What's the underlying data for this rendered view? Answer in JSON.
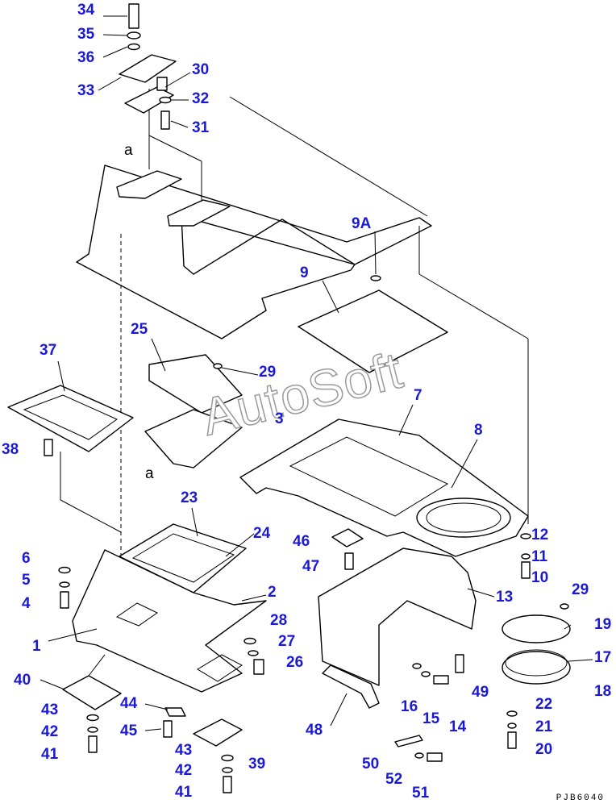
{
  "drawing": {
    "watermark": "AutoSoft",
    "drawing_code": "PJB6040",
    "detail_letters": [
      "a",
      "a"
    ]
  },
  "callouts": [
    "1",
    "2",
    "3",
    "4",
    "5",
    "6",
    "7",
    "8",
    "9",
    "9A",
    "10",
    "11",
    "12",
    "13",
    "14",
    "15",
    "16",
    "17",
    "18",
    "19",
    "20",
    "21",
    "22",
    "23",
    "24",
    "25",
    "26",
    "27",
    "28",
    "29",
    "29",
    "30",
    "31",
    "32",
    "33",
    "34",
    "35",
    "36",
    "37",
    "38",
    "39",
    "40",
    "41",
    "41",
    "42",
    "42",
    "43",
    "43",
    "44",
    "45",
    "46",
    "47",
    "48",
    "49",
    "50",
    "51",
    "52"
  ],
  "colors": {
    "callout_text": "#1a1ad6",
    "line_art": "#000000",
    "watermark_outline": "#9a9a9a"
  }
}
